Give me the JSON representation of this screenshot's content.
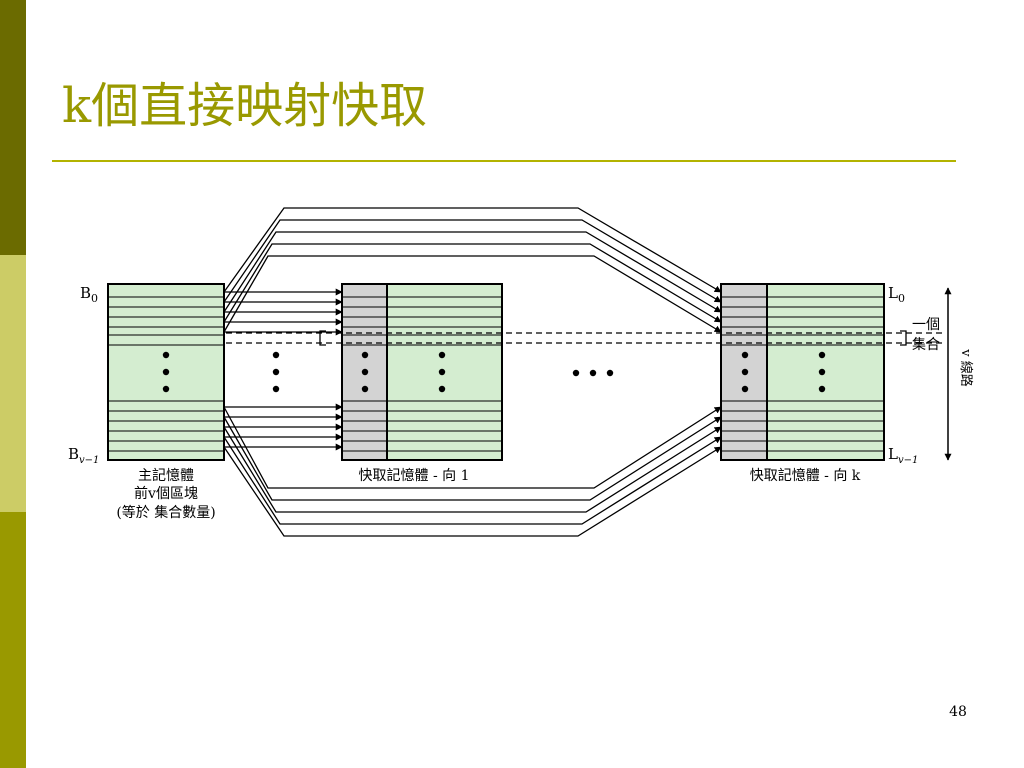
{
  "slide": {
    "title": "k個直接映射快取",
    "page_number": "48"
  },
  "diagram": {
    "main_memory": {
      "first_label": "B",
      "first_sub": "0",
      "last_label": "B",
      "last_sub": "v−1",
      "caption_line1": "主記憶體",
      "caption_line2": "前v個區塊",
      "caption_line3": "(等於 集合數量)"
    },
    "way1": {
      "caption": "快取記憶體 - 向 1"
    },
    "wayk": {
      "caption": "快取記憶體 - 向 k",
      "first_label": "L",
      "first_sub": "0",
      "last_label": "L",
      "last_sub": "v−1"
    },
    "set_label_line1": "一個",
    "set_label_line2": "集合",
    "v_lines_label": "v 線路",
    "colors": {
      "memory_fill": "#d4edd0",
      "tag_fill": "#d3d3d3",
      "stroke": "#000000"
    }
  }
}
